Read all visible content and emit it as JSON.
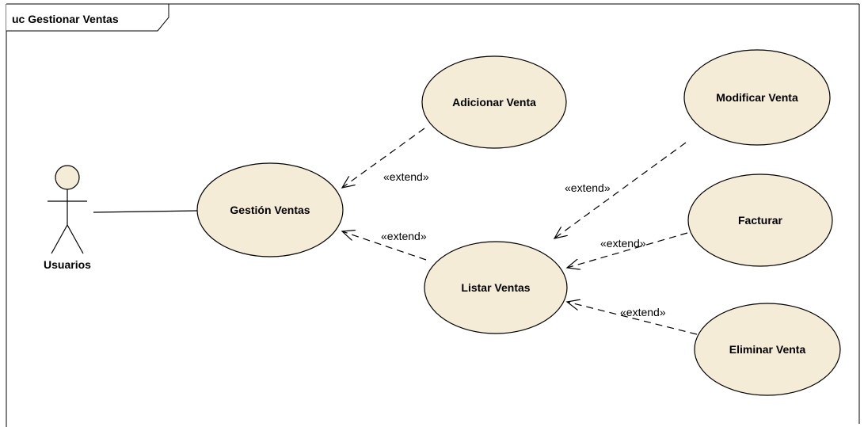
{
  "frame": {
    "title": "uc Gestionar Ventas"
  },
  "colors": {
    "usecase_fill": "#f5ecd7",
    "line": "#000000",
    "background": "#ffffff"
  },
  "actor": {
    "name": "Usuarios",
    "icon": "stick-figure-actor-icon"
  },
  "use_cases": {
    "gestion": "Gestión Ventas",
    "adicionar": "Adicionar Venta",
    "listar": "Listar Ventas",
    "modificar": "Modificar Venta",
    "facturar": "Facturar",
    "eliminar": "Eliminar Venta"
  },
  "relations": {
    "extend_adicionar": "«extend»",
    "extend_listar": "«extend»",
    "extend_modificar": "«extend»",
    "extend_facturar": "«extend»",
    "extend_eliminar": "«extend»"
  }
}
